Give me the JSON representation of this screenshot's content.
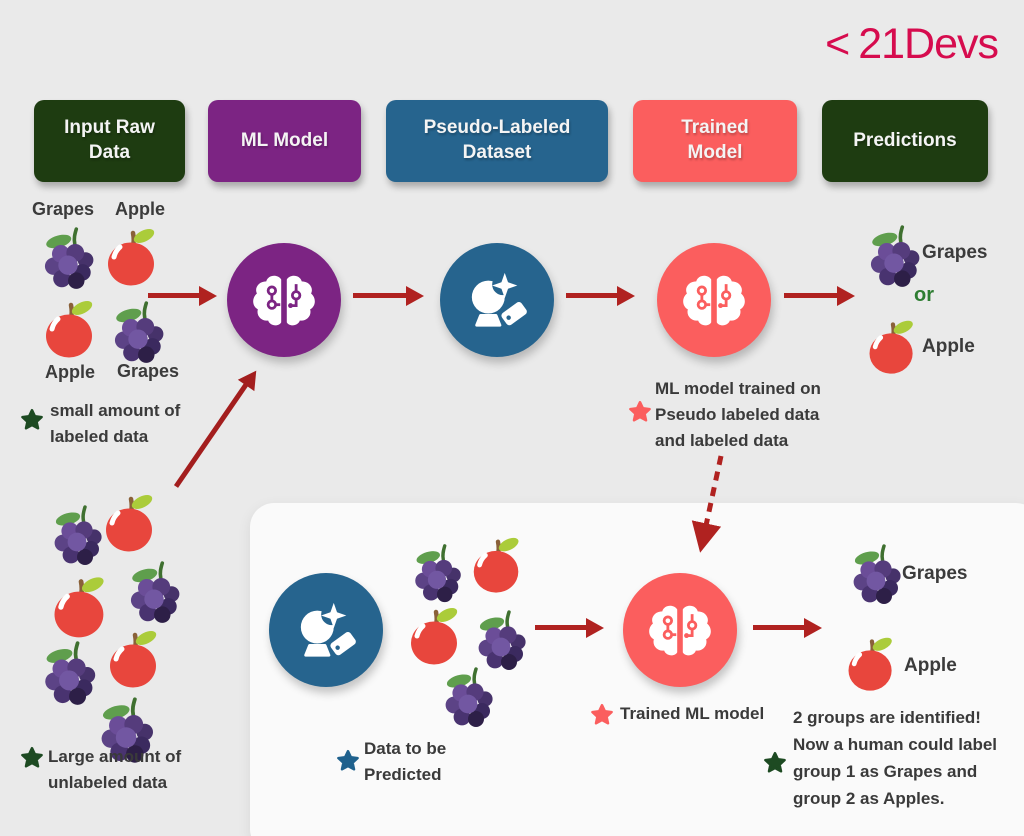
{
  "logo": {
    "mark": "<",
    "name": "21Devs"
  },
  "stages": [
    {
      "label": "Input Raw Data",
      "color": "#1e3c11"
    },
    {
      "label": "ML Model",
      "color": "#7c2483"
    },
    {
      "label": "Pseudo-Labeled Dataset",
      "color": "#26648e"
    },
    {
      "label": "Trained Model",
      "color": "#fb5e5e"
    },
    {
      "label": "Predictions",
      "color": "#1e3c11"
    }
  ],
  "labeled_data": {
    "label_top_left": "Grapes",
    "label_top_right": "Apple",
    "label_bottom_left": "Apple",
    "label_bottom_right": "Grapes",
    "note_lines": [
      "small amount of",
      "labeled data"
    ]
  },
  "unlabeled_data": {
    "note_lines": [
      "Large amount of",
      "unlabeled data"
    ]
  },
  "trained_note_lines": [
    "ML model trained on",
    "Pseudo labeled data",
    "and labeled data"
  ],
  "predictions": {
    "top": "Grapes",
    "middle": "or",
    "bottom": "Apple"
  },
  "panel": {
    "data_note_lines": [
      "Data to be",
      "Predicted"
    ],
    "model_note": "Trained ML model",
    "result_top": "Grapes",
    "result_bottom": "Apple",
    "conclusion_lines": [
      "2 groups are identified!",
      "Now a human could label",
      "group 1 as Grapes and",
      "group 2 as Apples."
    ]
  },
  "icons": {
    "brain": "ml-brain-circuit-icon",
    "crystal_ball": "crystal-ball-tag-icon",
    "grapes": "grapes-icon",
    "apple": "apple-icon",
    "star": "star-icon",
    "arrow": "flow-arrow"
  },
  "colors": {
    "background": "#eaeaea",
    "panel": "#fafafa",
    "brand": "#d60c4e",
    "dark_green": "#1e3c11",
    "purple": "#7c2483",
    "blue": "#26648e",
    "coral": "#fb5e5e",
    "arrow_red": "#b02220",
    "star_green": "#1d4a22",
    "star_blue": "#1f618d",
    "or_green": "#2e7d32",
    "text": "#3b3b3b"
  }
}
